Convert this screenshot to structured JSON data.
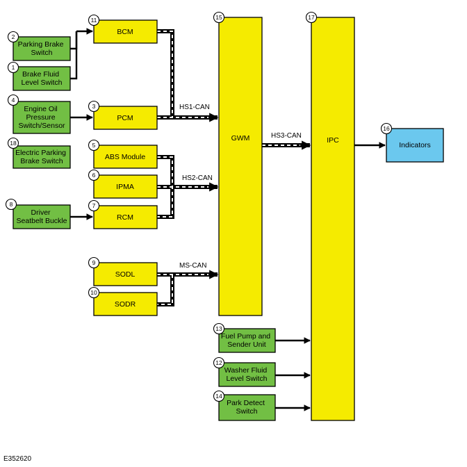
{
  "colors": {
    "module": "#F5EB00",
    "switch": "#72BF44",
    "indicator": "#6BC8EE",
    "line": "#000000",
    "bus_dash": "#FFFFFF"
  },
  "switches": {
    "parking_brake": {
      "number": "2",
      "lines": [
        "Parking Brake",
        "Switch"
      ]
    },
    "brake_fluid": {
      "number": "1",
      "lines": [
        "Brake Fluid",
        "Level Switch"
      ]
    },
    "engine_oil": {
      "number": "4",
      "lines": [
        "Engine Oil",
        "Pressure",
        "Switch/Sensor"
      ]
    },
    "electric_parking": {
      "number": "18",
      "lines": [
        "Electric Parking",
        "Brake Switch"
      ]
    },
    "driver_seatbelt": {
      "number": "8",
      "lines": [
        "Driver",
        "Seatbelt Buckle"
      ]
    },
    "fuel_pump": {
      "number": "13",
      "lines": [
        "Fuel Pump and",
        "Sender Unit"
      ]
    },
    "washer_fluid": {
      "number": "12",
      "lines": [
        "Washer Fluid",
        "Level Switch"
      ]
    },
    "park_detect": {
      "number": "14",
      "lines": [
        "Park Detect",
        "Switch"
      ]
    }
  },
  "modules": {
    "bcm": {
      "number": "11",
      "label": "BCM"
    },
    "pcm": {
      "number": "3",
      "label": "PCM"
    },
    "abs": {
      "number": "5",
      "label": "ABS Module"
    },
    "ipma": {
      "number": "6",
      "label": "IPMA"
    },
    "rcm": {
      "number": "7",
      "label": "RCM"
    },
    "sodl": {
      "number": "9",
      "label": "SODL"
    },
    "sodr": {
      "number": "10",
      "label": "SODR"
    },
    "gwm": {
      "number": "15",
      "label": "GWM"
    },
    "ipc": {
      "number": "17",
      "label": "IPC"
    },
    "indicators": {
      "number": "16",
      "label": "Indicators"
    }
  },
  "buses": {
    "hs1": "HS1-CAN",
    "hs2": "HS2-CAN",
    "ms": "MS-CAN",
    "hs3": "HS3-CAN"
  },
  "figure_ref": "E352620"
}
